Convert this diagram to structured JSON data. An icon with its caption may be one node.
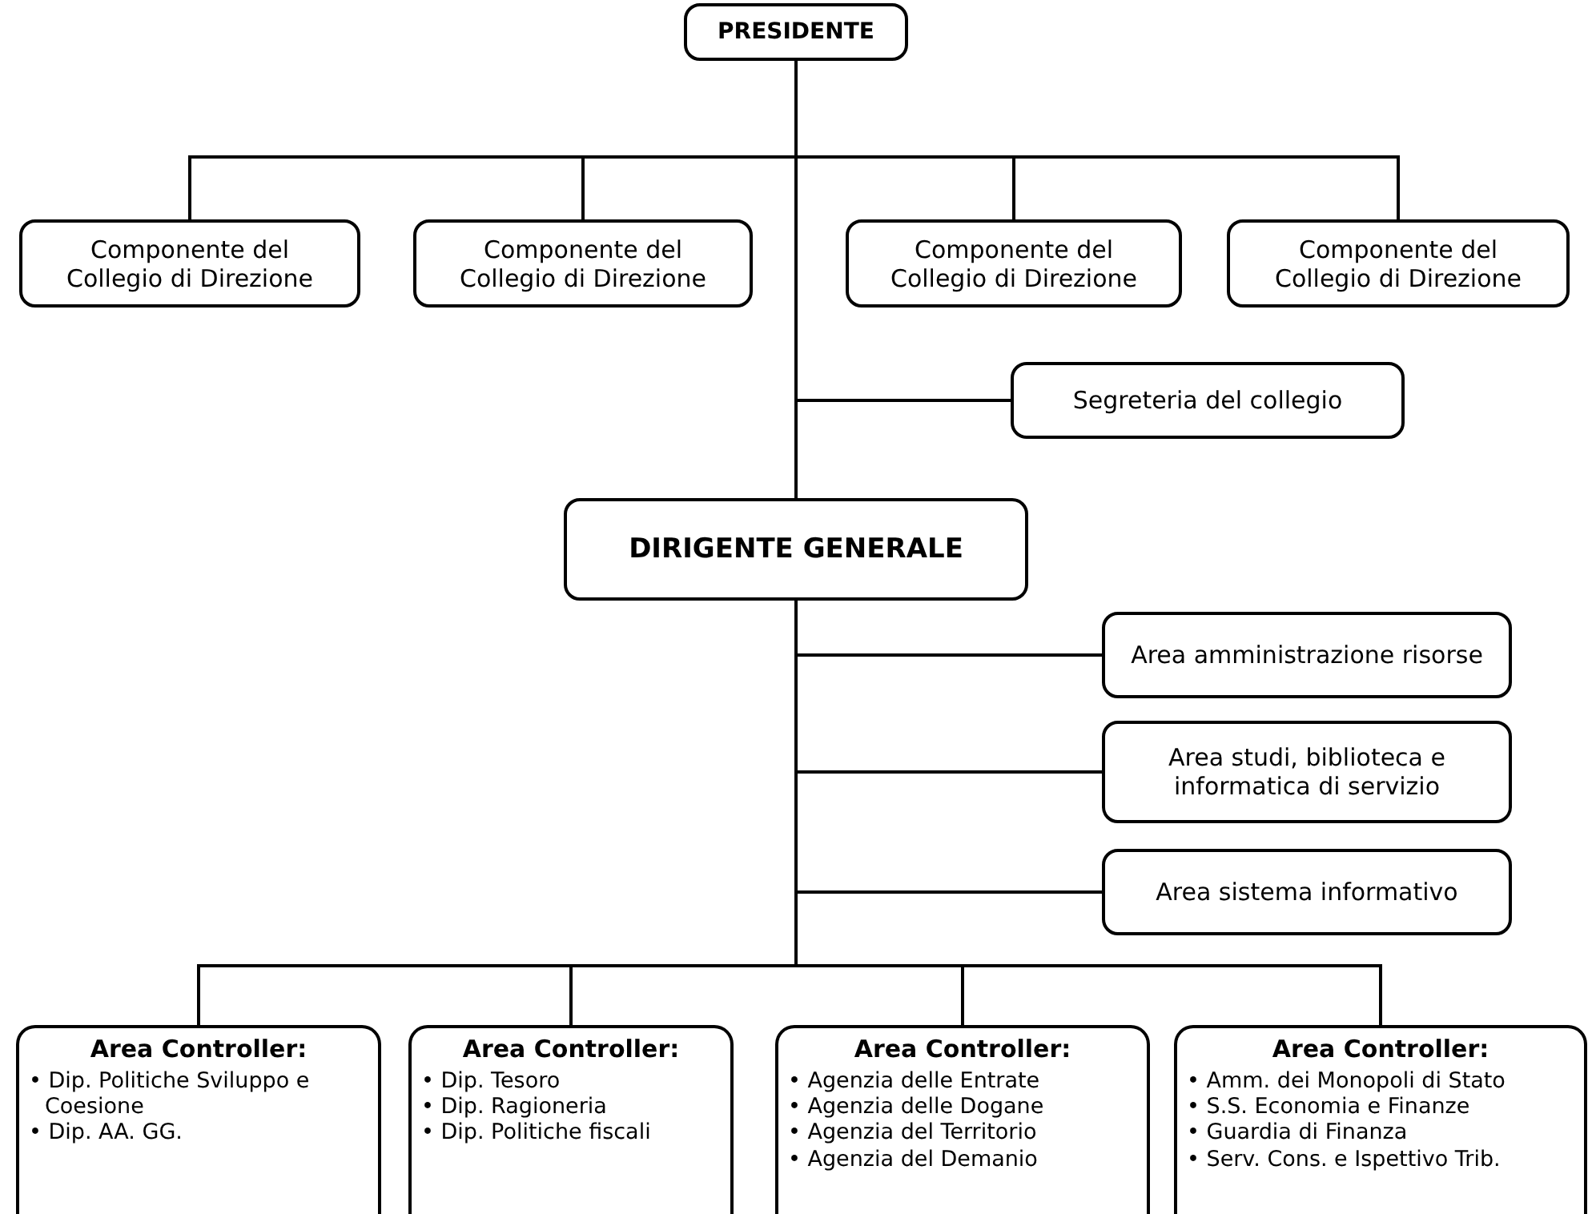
{
  "diagram": {
    "nodes": [
      {
        "text": [
          "PRESIDENTE"
        ]
      },
      {
        "text": [
          "Componente del Collegio di Direzione"
        ]
      },
      {
        "text": [
          "Componente del Collegio di Direzione"
        ]
      },
      {
        "text": [
          "Componente del Collegio di Direzione"
        ]
      },
      {
        "text": [
          "Componente del Collegio di Direzione"
        ]
      },
      {
        "text": [
          "Segreteria del collegio"
        ]
      },
      {
        "text": [
          "DIRIGENTE GENERALE"
        ]
      },
      {
        "text": [
          "Area amministrazione risorse"
        ]
      },
      {
        "text": [
          "Area studi, biblioteca e informatica di servizio"
        ]
      },
      {
        "text": [
          "Area sistema informativo"
        ]
      },
      {
        "text": [
          "Area Controller:",
          "• Dip. Politiche Sviluppo e Coesione",
          "• Dip. AA. GG."
        ]
      },
      {
        "text": [
          "Area Controller:",
          "• Dip. Tesoro",
          "• Dip. Ragioneria",
          "• Dip. Politiche fiscali"
        ]
      },
      {
        "text": [
          "Area Controller:",
          "• Agenzia delle Entrate",
          "• Agenzia delle Dogane",
          "• Agenzia del Territorio",
          "• Agenzia del Demanio"
        ]
      },
      {
        "text": [
          "Area Controller:",
          "• Amm. dei Monopoli di Stato",
          "• S.S. Economia e Finanze",
          "• Guardia di Finanza",
          "• Serv. Cons. e Ispettivo Trib."
        ]
      }
    ],
    "edges": [
      {
        "from": 0,
        "to": 1,
        "arrow": "none"
      },
      {
        "from": 0,
        "to": 2,
        "arrow": "none"
      },
      {
        "from": 0,
        "to": 3,
        "arrow": "none"
      },
      {
        "from": 0,
        "to": 4,
        "arrow": "none"
      },
      {
        "from": 0,
        "to": 5,
        "arrow": "none"
      },
      {
        "from": 0,
        "to": 6,
        "arrow": "none"
      },
      {
        "from": 6,
        "to": 7,
        "arrow": "none"
      },
      {
        "from": 6,
        "to": 8,
        "arrow": "none"
      },
      {
        "from": 6,
        "to": 9,
        "arrow": "none"
      },
      {
        "from": 6,
        "to": 10,
        "arrow": "none"
      },
      {
        "from": 6,
        "to": 11,
        "arrow": "none"
      },
      {
        "from": 6,
        "to": 12,
        "arrow": "none"
      },
      {
        "from": 6,
        "to": 13,
        "arrow": "none"
      }
    ]
  }
}
